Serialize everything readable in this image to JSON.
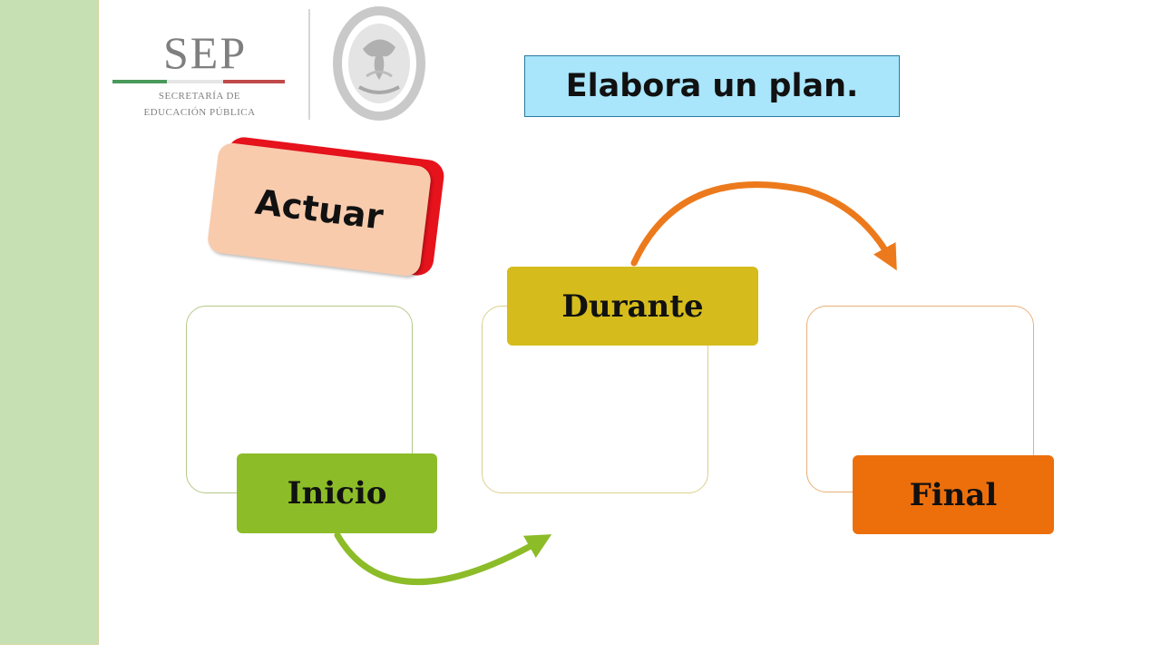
{
  "logo": {
    "sep_text": "SEP",
    "subtitle_line1": "SECRETARÍA DE",
    "subtitle_line2": "EDUCACIÓN PÚBLICA"
  },
  "title": "Elabora un plan.",
  "actuar_label": "Actuar",
  "stages": [
    {
      "label": "Inicio",
      "color": "#8cbc28",
      "box_border": "#b5c889"
    },
    {
      "label": "Durante",
      "color": "#d5bc1c",
      "box_border": "#dcd08c"
    },
    {
      "label": "Final",
      "color": "#ec6f0c",
      "box_border": "#e8b078"
    }
  ],
  "colors": {
    "sidebar": "#c6e0b4",
    "title_bg": "#a9e5fb",
    "actuar_front": "#f8cbad",
    "actuar_back": "#e6121c",
    "arrow_1": "#8cbc28",
    "arrow_2": "#ec7a1c"
  }
}
